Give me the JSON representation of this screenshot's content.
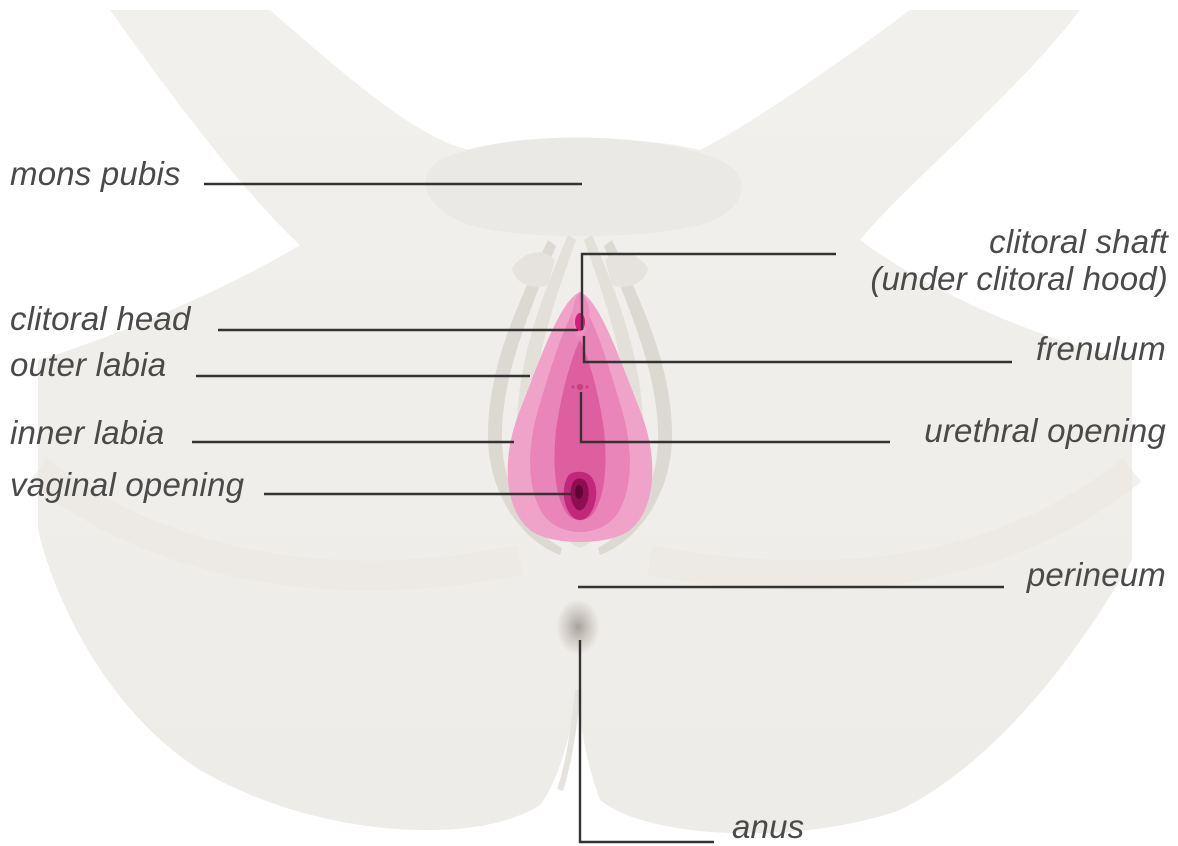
{
  "labels": {
    "mons_pubis": "mons pubis",
    "clitoral_shaft_line1": "clitoral shaft",
    "clitoral_shaft_line2": "(under clitoral hood)",
    "clitoral_head": "clitoral head",
    "outer_labia": "outer labia",
    "frenulum": "frenulum",
    "inner_labia": "inner labia",
    "urethral_opening": "urethral opening",
    "vaginal_opening": "vaginal opening",
    "perineum": "perineum",
    "anus": "anus"
  },
  "colors": {
    "skin": "#f1efeb",
    "skin_shadow": "#e4e1dc",
    "labia_outer_fill": "#f0a3c9",
    "labia_inner_fill": "#e985b8",
    "vestibule_fill": "#de5fa0",
    "vaginal_opening_fill": "#a3155f",
    "clitoris_fill": "#d81c7e",
    "leader_line": "#333333",
    "label_text": "#4a4a4a"
  }
}
